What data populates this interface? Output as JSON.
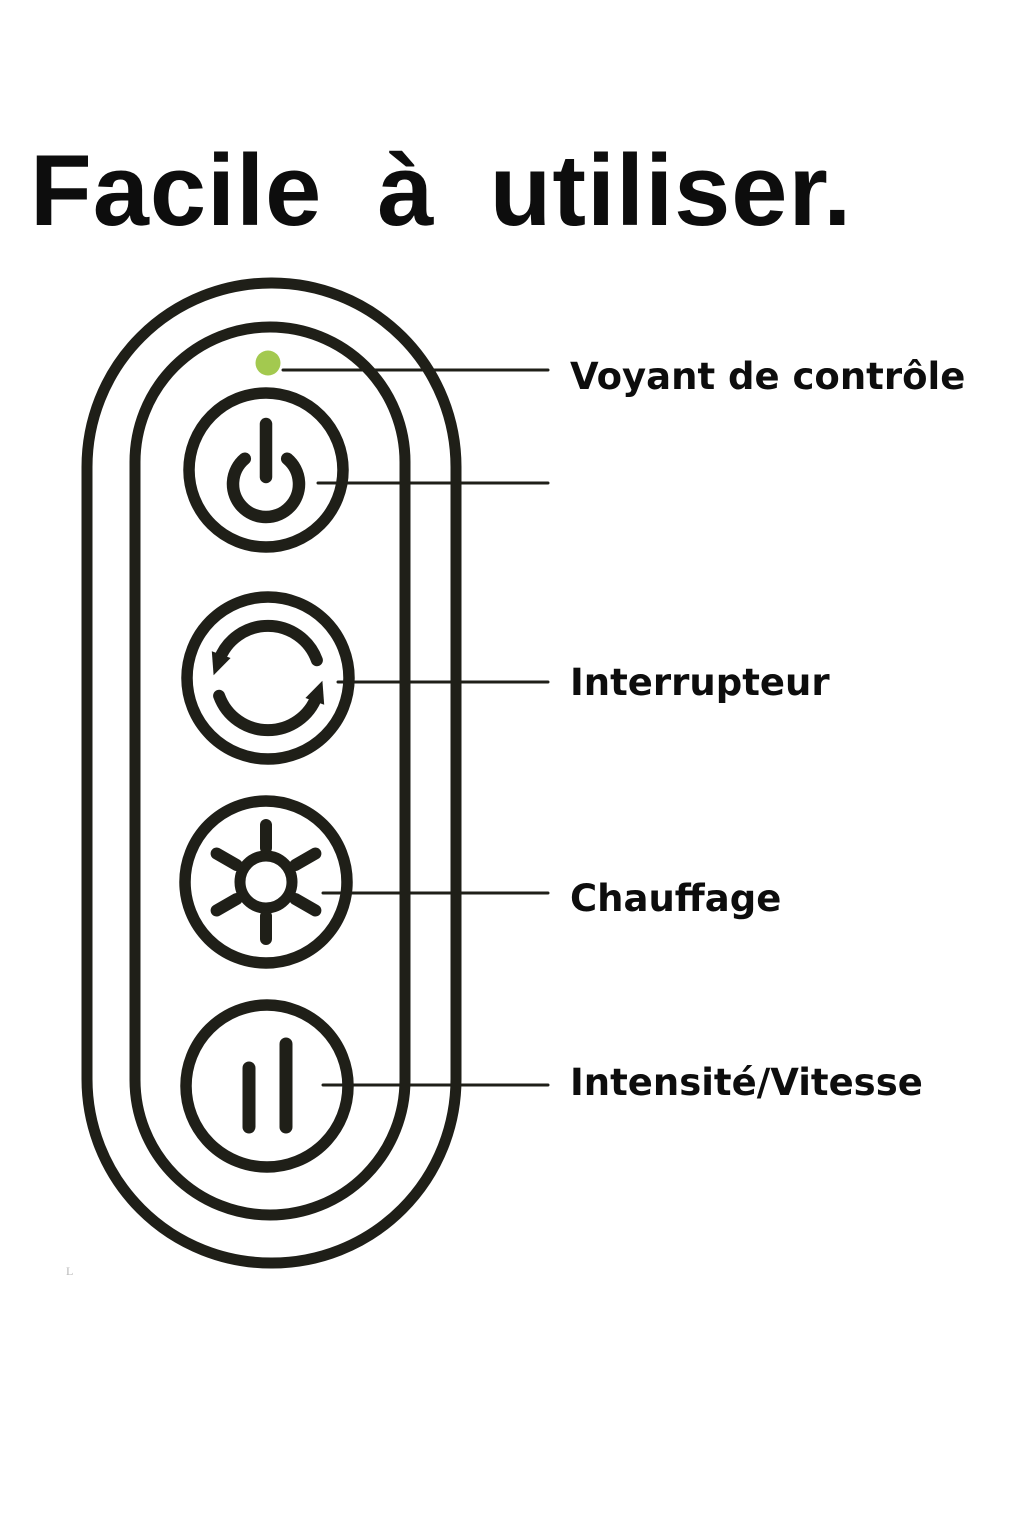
{
  "page": {
    "title": "Facile à utiliser."
  },
  "colors": {
    "ink": "#1f1f18",
    "text": "#0d0d0d",
    "indicator_green": "#a3c94f",
    "background": "#ffffff",
    "watermark_gray": "#b9b9b9"
  },
  "diagram": {
    "device": "remote-control",
    "indicator": {
      "icon": "status-led-dot",
      "color": "#a3c94f"
    },
    "buttons": [
      {
        "id": "power",
        "icon": "power-icon"
      },
      {
        "id": "interrupteur",
        "icon": "cycle-arrows-icon"
      },
      {
        "id": "chauffage",
        "icon": "sun-icon"
      },
      {
        "id": "intensite",
        "icon": "two-bars-icon"
      }
    ],
    "callouts": {
      "indicator": "Voyant de contrôle",
      "interrupteur": "Interrupteur",
      "chauffage": "Chauffage",
      "intensite": "Intensité/Vitesse"
    }
  },
  "watermark": "L"
}
